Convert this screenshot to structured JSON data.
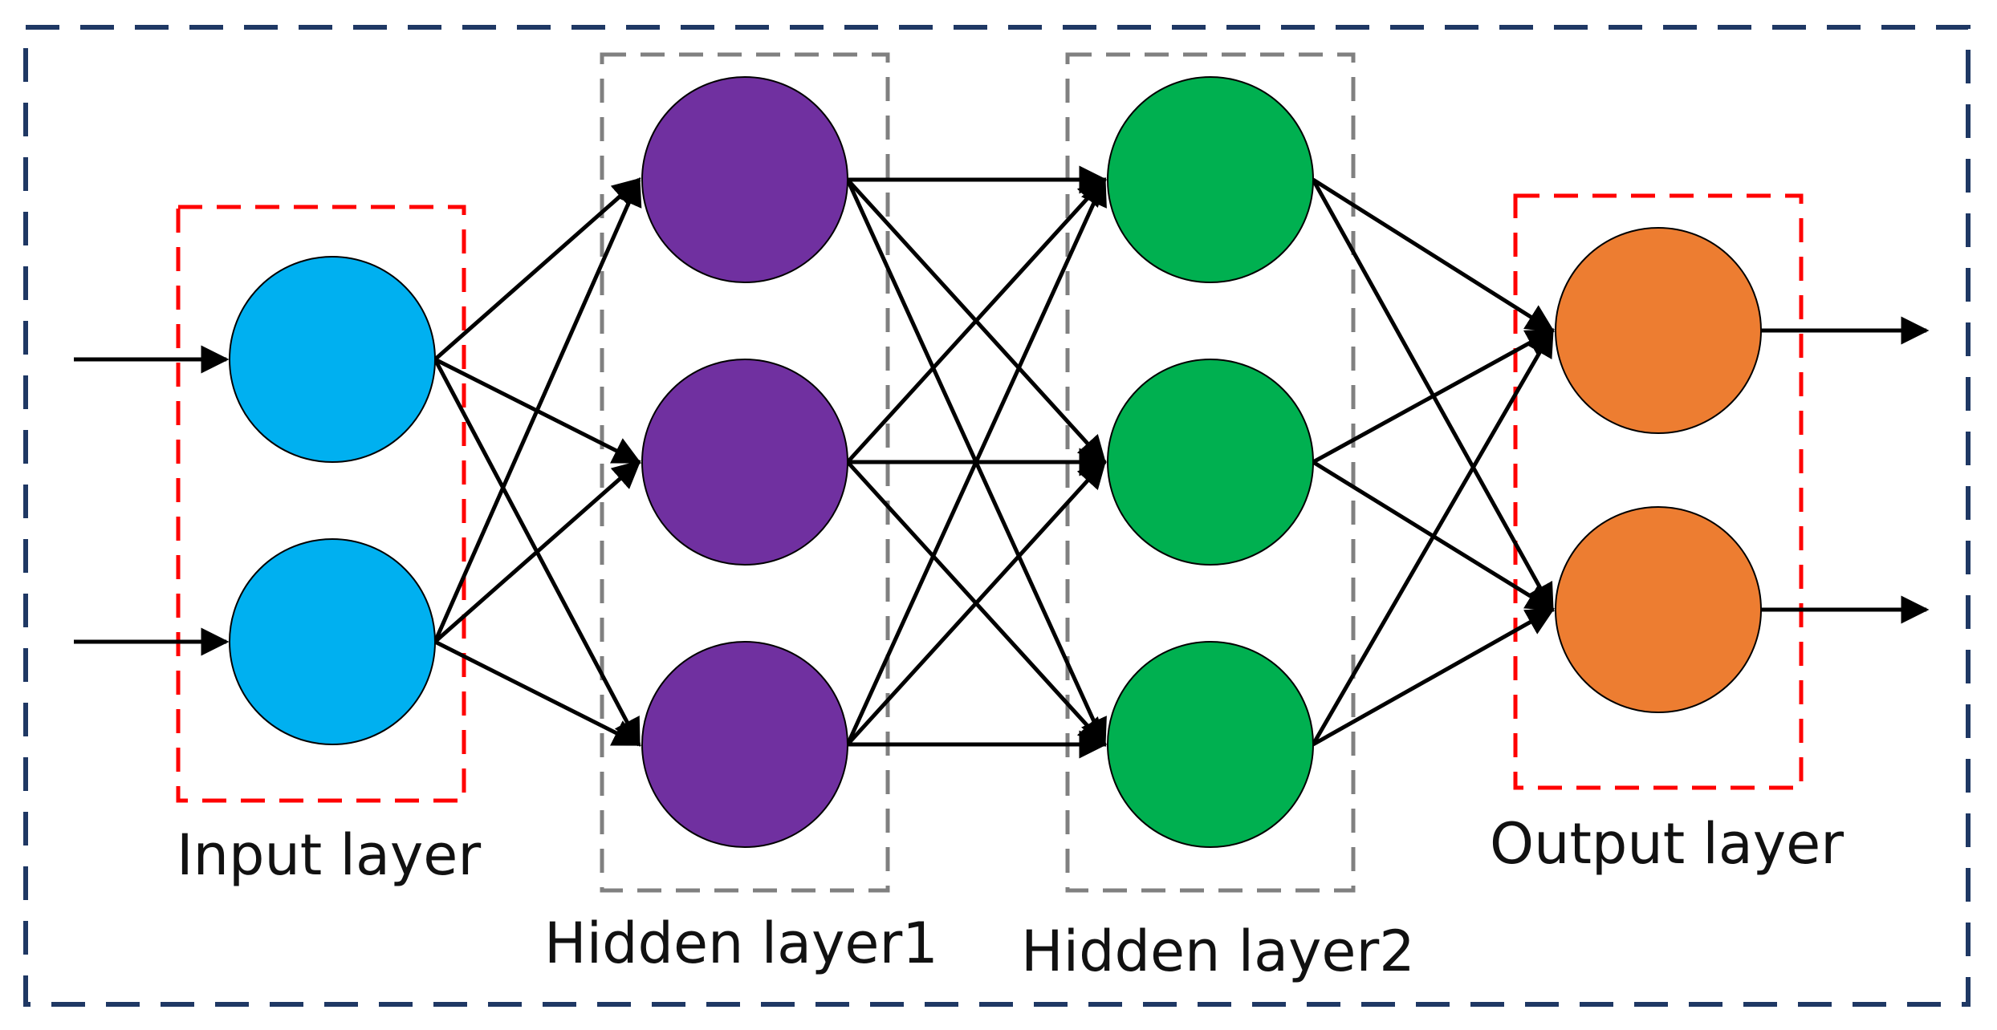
{
  "layers": [
    {
      "id": "input",
      "label": "Input layer",
      "color": "#00B0F0",
      "box_color": "#FF0000",
      "nodes": 2
    },
    {
      "id": "hidden1",
      "label": "Hidden layer1",
      "color": "#7030A0",
      "box_color": "#808080",
      "nodes": 3
    },
    {
      "id": "hidden2",
      "label": "Hidden layer2",
      "color": "#00B050",
      "box_color": "#808080",
      "nodes": 3
    },
    {
      "id": "output",
      "label": "Output layer",
      "color": "#ED7D31",
      "box_color": "#FF0000",
      "nodes": 2
    }
  ],
  "frame_color": "#1F3864",
  "arrow_color": "#000000",
  "inputs": 2,
  "outputs": 2
}
